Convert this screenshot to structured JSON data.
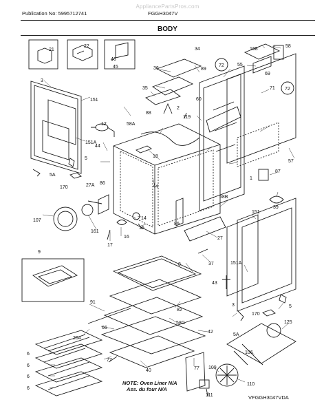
{
  "header": {
    "publication": "Publication No: 5995712741",
    "model": "FGGH3047V",
    "watermark": "AppliancePartsPros.com"
  },
  "title": "BODY",
  "note": {
    "line1": "NOTE: Oven Liner N/A",
    "line2": "Ass. du four N/A"
  },
  "footer": "VFGGH3047VDA",
  "part_labels": {
    "p21": "21",
    "p22": "22",
    "p46": "46",
    "p45": "45",
    "p34": "34",
    "p36": "36",
    "p35": "35",
    "p89": "89",
    "p72a": "72",
    "p168": "168",
    "p58": "58",
    "p55": "55",
    "p69": "69",
    "p71": "71",
    "p72b": "72",
    "p3": "3",
    "p151a": "151",
    "p151A": "151A",
    "p12": "12",
    "p44a": "44",
    "p88": "88",
    "p2": "2",
    "p119": "119",
    "p60": "60",
    "p58A": "58A",
    "p18": "18",
    "p5a": "5",
    "p57": "57",
    "p87": "87",
    "p5Aa": "5A",
    "p170a": "170",
    "p27A": "27A",
    "p86a": "86",
    "p44b": "44",
    "p1": "1",
    "p58B": "58B",
    "p39": "39",
    "p107": "107",
    "p161": "161",
    "p14": "14",
    "p15": "15",
    "p16": "16",
    "p17": "17",
    "p86b": "86",
    "p151b": "151",
    "p27": "27",
    "p151Ab": "151A",
    "p37": "37",
    "p9": "9",
    "p8": "8",
    "p43": "43",
    "p3b": "3",
    "p82": "82",
    "p91": "91",
    "p58G": "58G",
    "p66": "66",
    "p264": "264",
    "p42": "42",
    "p5b": "5",
    "p170b": "170",
    "p5Ab": "5A",
    "p125": "125",
    "p6a": "6",
    "p6b": "6",
    "p6c": "6",
    "p6d": "6",
    "p77a": "77",
    "p40": "40",
    "p77b": "77",
    "p106": "106",
    "p109": "109",
    "p111": "111",
    "p110": "110"
  }
}
